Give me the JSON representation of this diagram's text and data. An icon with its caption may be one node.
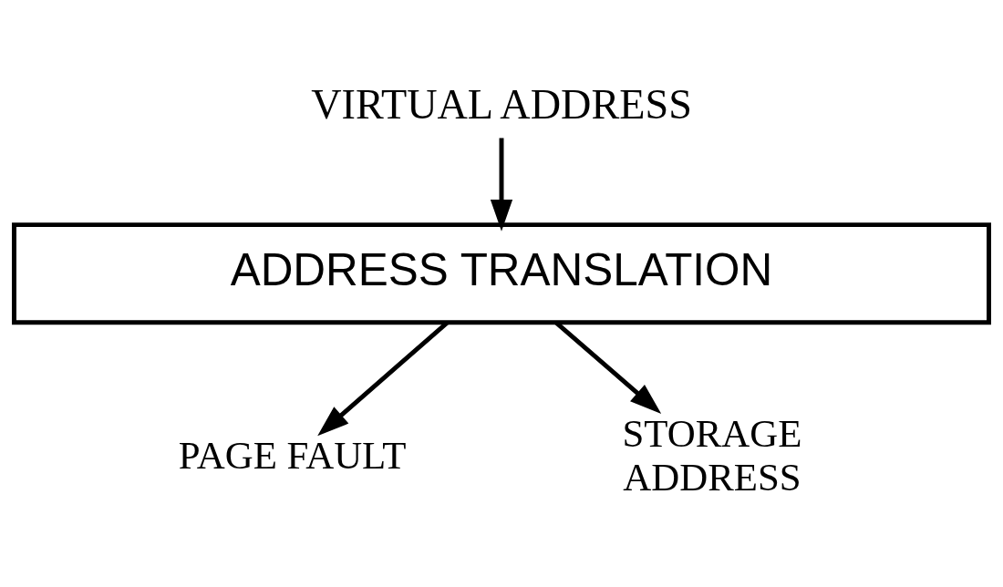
{
  "diagram": {
    "nodes": [
      {
        "text": [
          "VIRTUAL ADDRESS"
        ]
      },
      {
        "text": [
          "ADDRESS TRANSLATION"
        ]
      },
      {
        "text": [
          "PAGE FAULT"
        ]
      },
      {
        "text": [
          "STORAGE ADDRESS"
        ]
      }
    ],
    "edges": [
      {
        "from": 0,
        "to": 1,
        "arrow": "to"
      },
      {
        "from": 1,
        "to": 2,
        "arrow": "to"
      },
      {
        "from": 1,
        "to": 3,
        "arrow": "to"
      }
    ]
  }
}
